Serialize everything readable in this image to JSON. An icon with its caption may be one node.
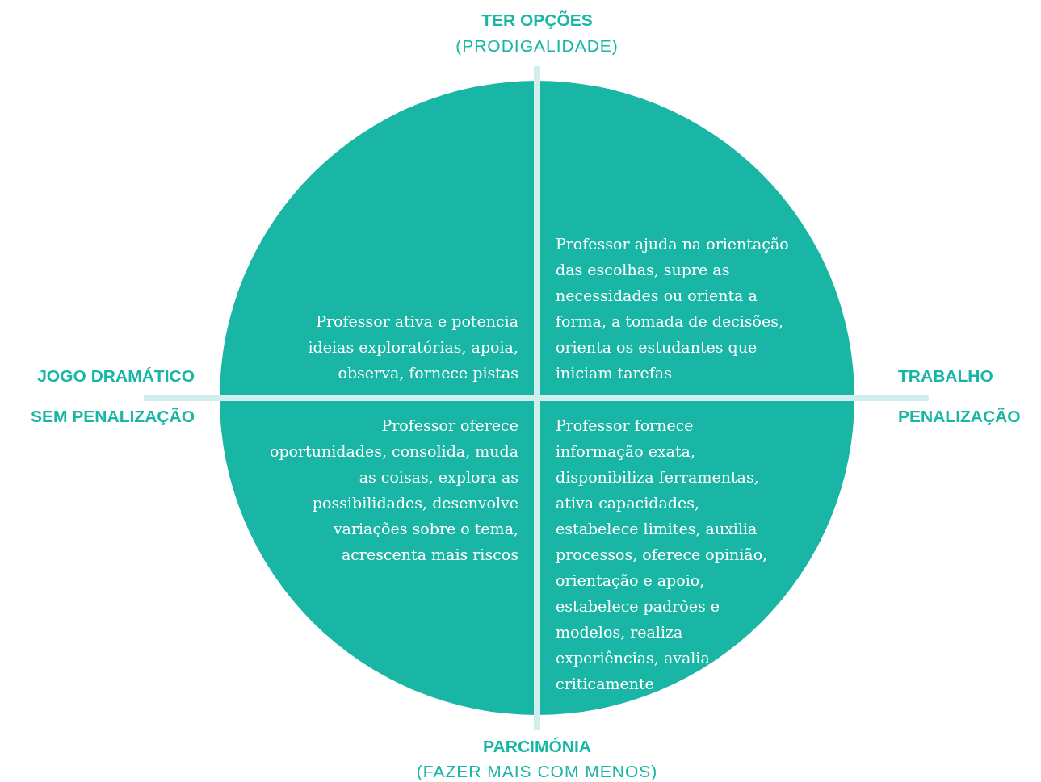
{
  "diagram": {
    "nodes": [
      {
        "text": [],
        "shape": "circle"
      },
      {
        "text": [
          "Professor ativa e potencia ideias exploratórias, apoia, observa, fornece pistas"
        ],
        "in": 0
      },
      {
        "text": [
          "Professor ajuda na orientação das escolhas, supre as necessidades ou orienta a forma, a tomada de decisões, orienta os estudantes que iniciam tarefas"
        ],
        "in": 0
      },
      {
        "text": [
          "Professor oferece oportunidades, consolida, muda as coisas, explora as possibilidades, desenvolve variações sobre o tema, acrescenta mais riscos"
        ],
        "in": 0
      },
      {
        "text": [
          "Professor fornece informação exata, disponibiliza ferramentas, ativa capacidades, estabelece limites, auxilia processos, oferece opinião, orientação e apoio, estabelece padrões e modelos, realiza experiências, avalia criticamente"
        ],
        "in": 0
      }
    ],
    "edges": [],
    "labels": [
      "TER OPÇÕES",
      "(PRODIGALIDADE)",
      "JOGO DRAMÁTICO",
      "TRABALHO",
      "SEM PENALIZAÇÃO",
      "PENALIZAÇÃO",
      "PARCIMÓNIA",
      "(FAZER MAIS COM MENOS)"
    ]
  }
}
